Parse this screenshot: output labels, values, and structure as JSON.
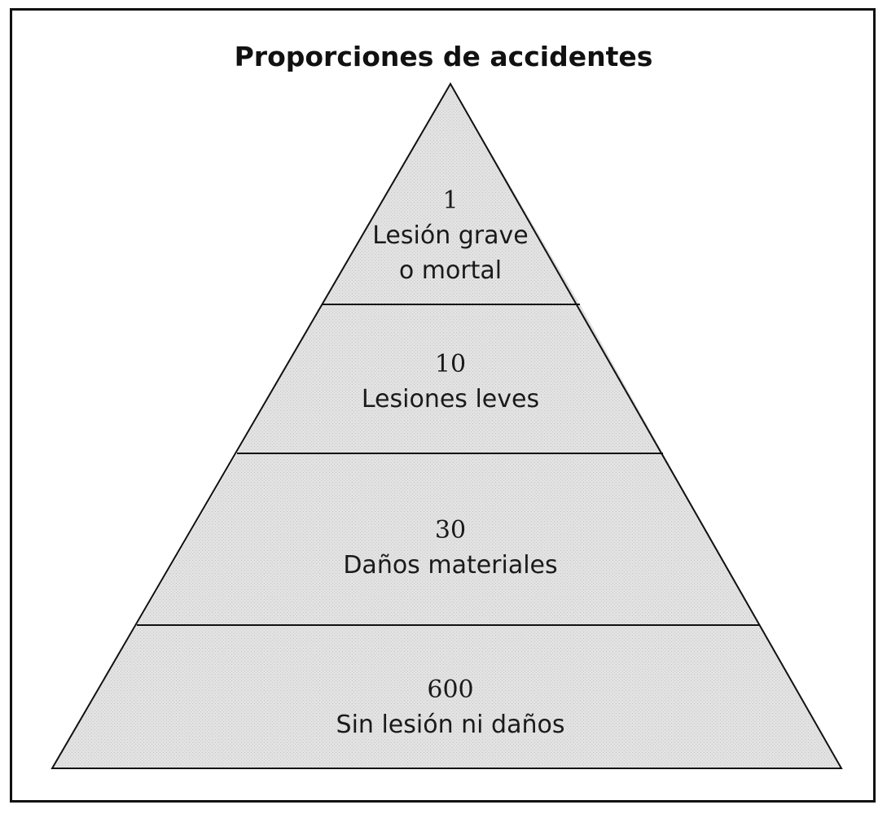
{
  "title": "Proporciones de accidentes",
  "tiers": [
    {
      "value": "1",
      "lines": [
        "Lesión grave",
        "o mortal"
      ]
    },
    {
      "value": "10",
      "lines": [
        "Lesiones leves"
      ]
    },
    {
      "value": "30",
      "lines": [
        "Daños materiales"
      ]
    },
    {
      "value": "600",
      "lines": [
        "Sin lesión ni daños"
      ]
    }
  ],
  "colors": {
    "tier_fill": "#dcdcdc",
    "border": "#111111"
  }
}
